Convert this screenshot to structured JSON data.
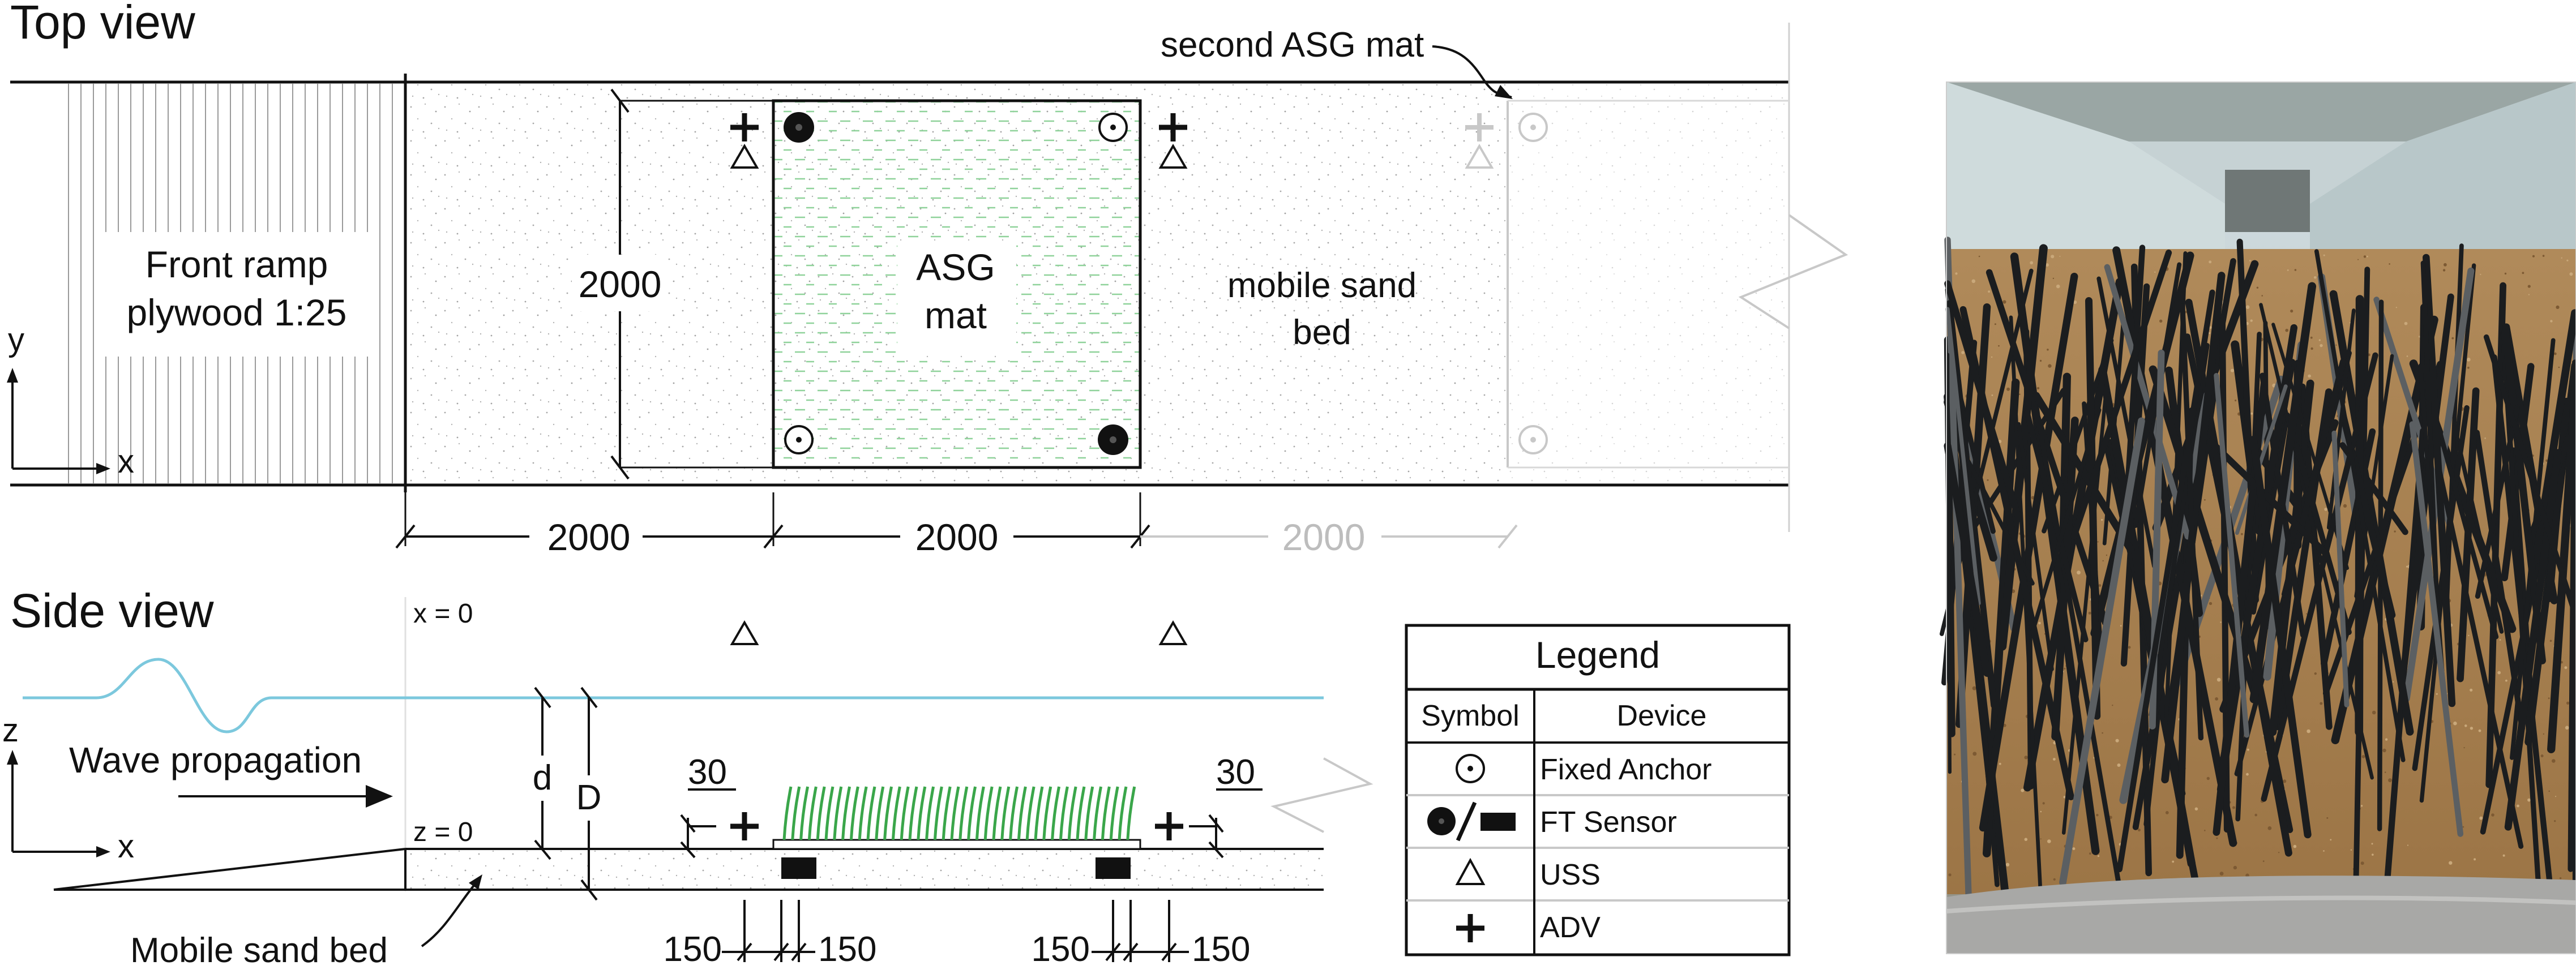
{
  "top_view": {
    "title": "Top view",
    "second_mat_label": "second ASG mat",
    "ramp_label_line1": "Front ramp",
    "ramp_label_line2": "plywood 1:25",
    "mat_label_line1": "ASG",
    "mat_label_line2": "mat",
    "sand_label_line1": "mobile sand",
    "sand_label_line2": "bed",
    "mat_width": "2000",
    "dim_ramp_to_mat": "2000",
    "dim_mat_length": "2000",
    "dim_second_gap": "2000",
    "axis_y": "y",
    "axis_x": "x"
  },
  "side_view": {
    "title": "Side view",
    "x_origin": "x = 0",
    "z_origin": "z = 0",
    "wave_label": "Wave propagation",
    "depth_d": "d",
    "depth_D": "D",
    "offset_left": "30",
    "offset_right": "30",
    "sensor_left_a": "150",
    "sensor_left_b": "150",
    "sensor_right_a": "150",
    "sensor_right_b": "150",
    "sand_label": "Mobile sand bed",
    "axis_z": "z",
    "axis_x": "x"
  },
  "legend": {
    "title": "Legend",
    "col_symbol": "Symbol",
    "col_device": "Device",
    "rows": [
      {
        "symbol": "fixed-anchor-icon",
        "device": "Fixed Anchor"
      },
      {
        "symbol": "ft-sensor-icon",
        "device": "FT Sensor"
      },
      {
        "symbol": "uss-icon",
        "device": "USS"
      },
      {
        "symbol": "adv-icon",
        "device": "ADV"
      }
    ]
  },
  "colors": {
    "water": "#7cc8dd",
    "mat_green": "#3aa64a",
    "mat_fill": "#eaf6ea",
    "faded": "#bdbdbd",
    "line": "#111111"
  }
}
